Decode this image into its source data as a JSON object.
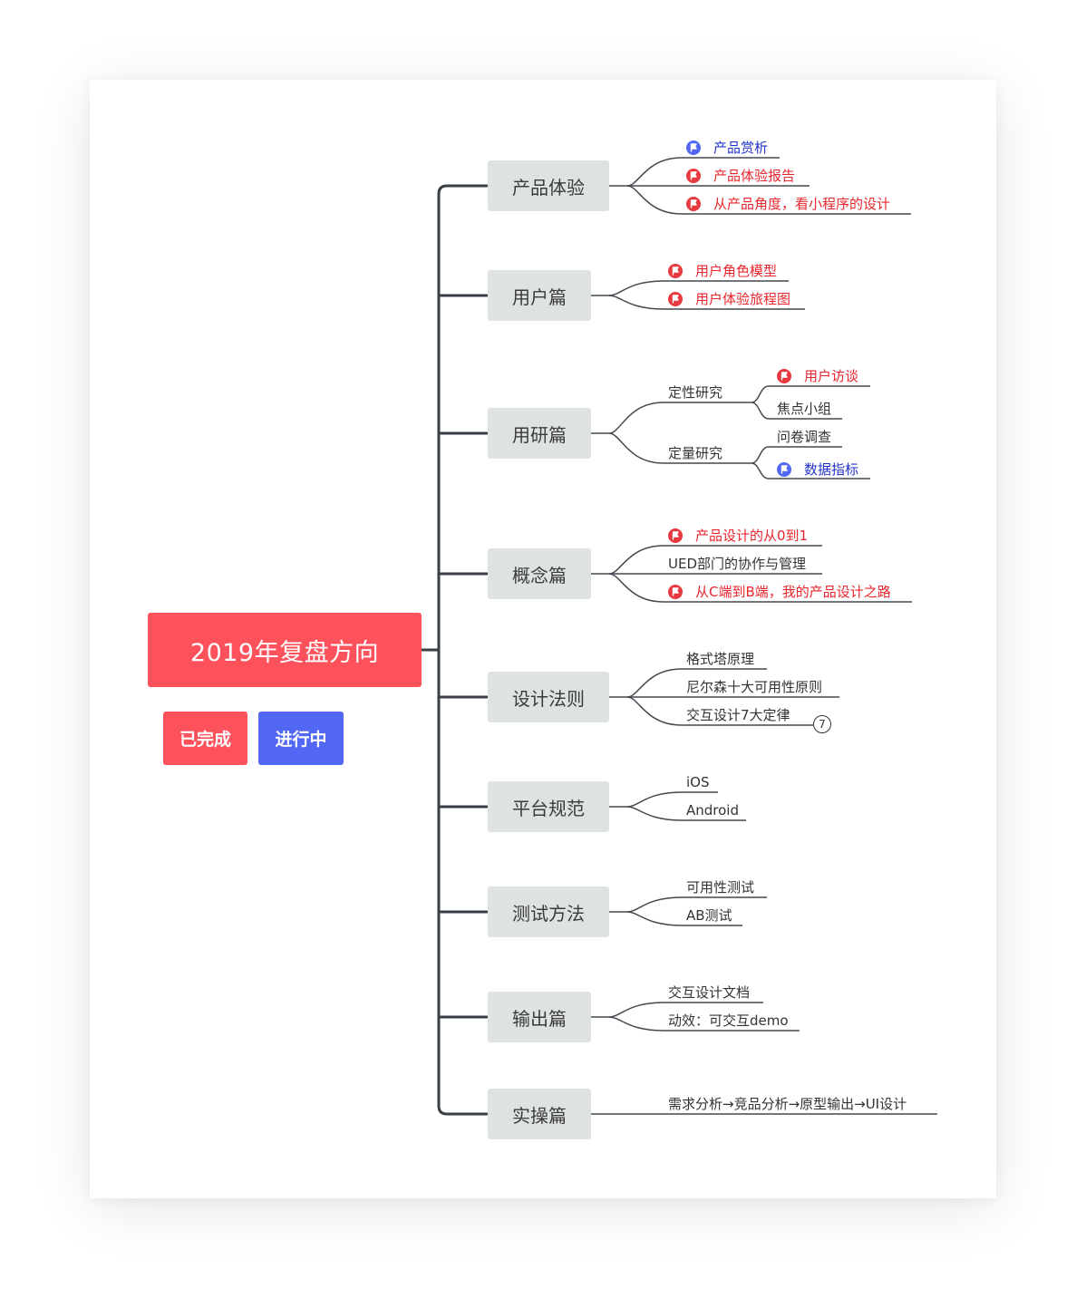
{
  "root": {
    "title": "2019年复盘方向"
  },
  "legend": [
    {
      "label": "已完成",
      "color": "#fd525b"
    },
    {
      "label": "进行中",
      "color": "#5367f5"
    }
  ],
  "colors": {
    "topic_bg": "#dee2e3",
    "line": "#3a3f45",
    "done": "#e8262d",
    "doing": "#2334c9"
  },
  "topics": [
    {
      "label": "产品体验",
      "children": [
        {
          "label": "产品赏析",
          "flag": "flag-icon-blue"
        },
        {
          "label": "产品体验报告",
          "flag": "flag-icon-red"
        },
        {
          "label": "从产品角度，看小程序的设计",
          "flag": "flag-icon-red"
        }
      ]
    },
    {
      "label": "用户篇",
      "children": [
        {
          "label": "用户角色模型",
          "flag": "flag-icon-red"
        },
        {
          "label": "用户体验旅程图",
          "flag": "flag-icon-red"
        }
      ]
    },
    {
      "label": "用研篇",
      "children": [
        {
          "label": "定性研究",
          "children": [
            {
              "label": "用户访谈",
              "flag": "flag-icon-red"
            },
            {
              "label": "焦点小组"
            }
          ]
        },
        {
          "label": "定量研究",
          "children": [
            {
              "label": "问卷调查"
            },
            {
              "label": "数据指标",
              "flag": "flag-icon-blue"
            }
          ]
        }
      ]
    },
    {
      "label": "概念篇",
      "children": [
        {
          "label": "产品设计的从0到1",
          "flag": "flag-icon-red"
        },
        {
          "label": "UED部门的协作与管理"
        },
        {
          "label": "从C端到B端，我的产品设计之路",
          "flag": "flag-icon-red"
        }
      ]
    },
    {
      "label": "设计法则",
      "children": [
        {
          "label": "格式塔原理"
        },
        {
          "label": "尼尔森十大可用性原则"
        },
        {
          "label": "交互设计7大定律",
          "badge": "7"
        }
      ]
    },
    {
      "label": "平台规范",
      "children": [
        {
          "label": "iOS"
        },
        {
          "label": "Android"
        }
      ]
    },
    {
      "label": "测试方法",
      "children": [
        {
          "label": "可用性测试"
        },
        {
          "label": "AB测试"
        }
      ]
    },
    {
      "label": "输出篇",
      "children": [
        {
          "label": "交互设计文档"
        },
        {
          "label": "动效：可交互demo"
        }
      ]
    },
    {
      "label": "实操篇",
      "children": [
        {
          "label": "需求分析→竞品分析→原型输出→UI设计"
        }
      ]
    }
  ]
}
